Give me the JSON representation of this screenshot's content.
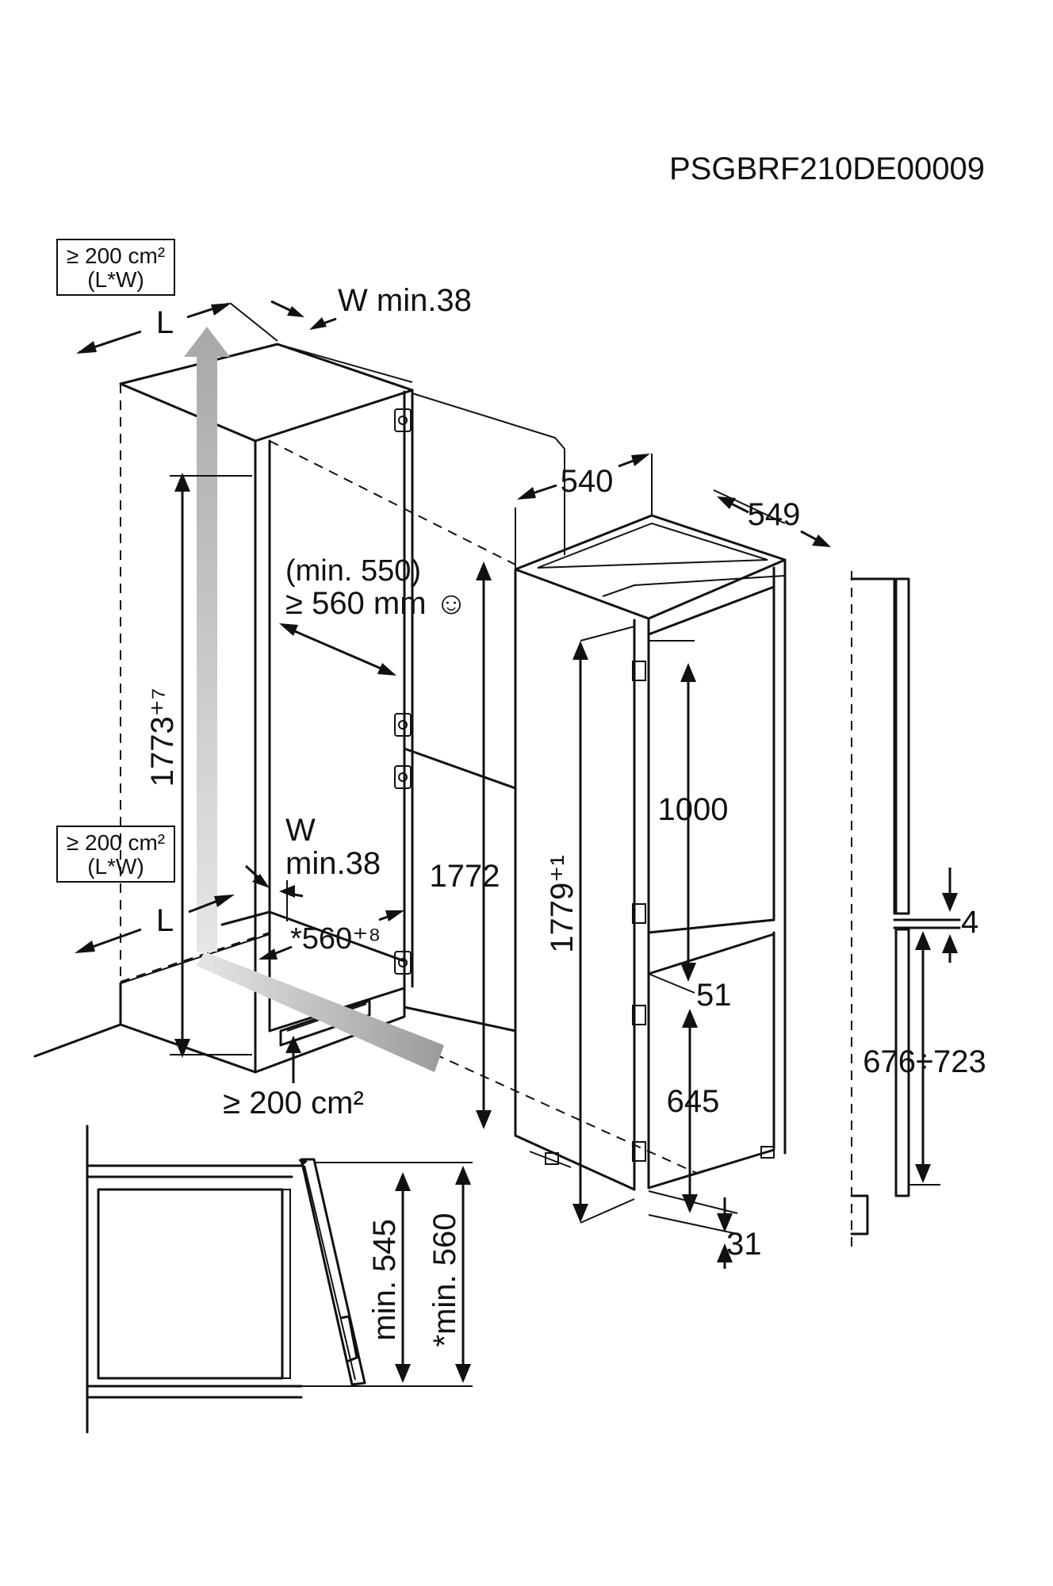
{
  "product_code": "PSGBRF210DE00009",
  "vent_top": {
    "line1": "≥ 200 cm²",
    "line2": "(L*W)"
  },
  "vent_mid": {
    "line1": "≥ 200 cm²",
    "line2": "(L*W)"
  },
  "vent_bottom_label": "≥ 200 cm²",
  "label_L": "L",
  "gap_top": "W min.38",
  "gap_mid_w": "W",
  "gap_mid_min": "min.38",
  "niche_height": "1773⁺⁷",
  "depth_min_paren": "(min. 550)",
  "depth_req": "≥ 560 mm ☺",
  "base_depth": "*560⁺⁸",
  "appliance": {
    "height_total": "1772",
    "height_1779": "1779⁺¹",
    "width_540": "540",
    "depth_549": "549",
    "fridge_door": "1000",
    "gap_51": "51",
    "freezer_door": "645",
    "bottom_31": "31"
  },
  "side_panel": {
    "top_gap": "4",
    "range": "676÷723"
  },
  "section": {
    "min_545": "min. 545",
    "min_560": "*min. 560"
  }
}
